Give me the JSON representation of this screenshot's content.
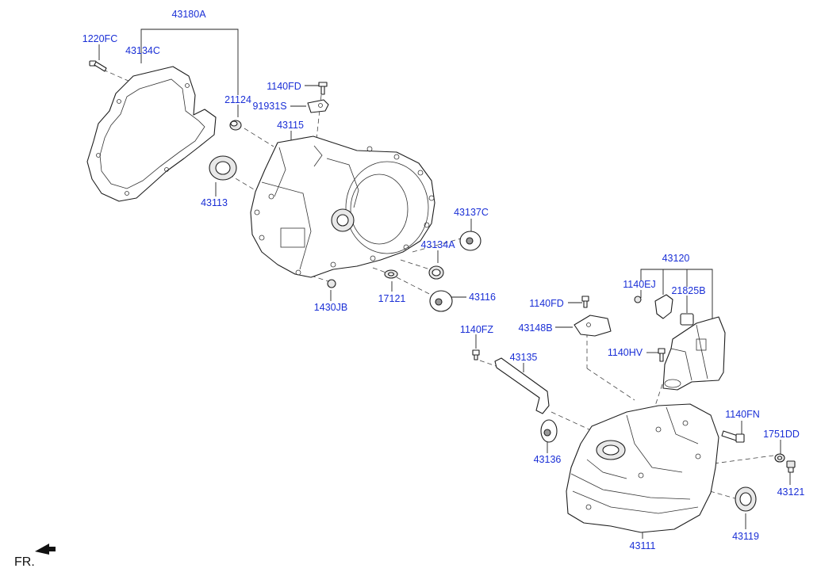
{
  "diagram": {
    "orientation_label": "FR.",
    "labels": {
      "p43180A": "43180A",
      "p1220FC": "1220FC",
      "p43134C": "43134C",
      "p21124": "21124",
      "p1140FD_a": "1140FD",
      "p91931S": "91931S",
      "p43115": "43115",
      "p43113": "43113",
      "p43137C": "43137C",
      "p43134A": "43134A",
      "p17121": "17121",
      "p43116": "43116",
      "p1430JB": "1430JB",
      "p43120": "43120",
      "p1140EJ": "1140EJ",
      "p21825B": "21825B",
      "p1140FD_b": "1140FD",
      "p43148B": "43148B",
      "p1140FZ": "1140FZ",
      "p1140HV": "1140HV",
      "p43135": "43135",
      "p1140FN": "1140FN",
      "p1751DD": "1751DD",
      "p43136": "43136",
      "p43121": "43121",
      "p43119": "43119",
      "p43111": "43111"
    },
    "colors": {
      "label": "#1a2fd6",
      "line": "#222222"
    }
  }
}
